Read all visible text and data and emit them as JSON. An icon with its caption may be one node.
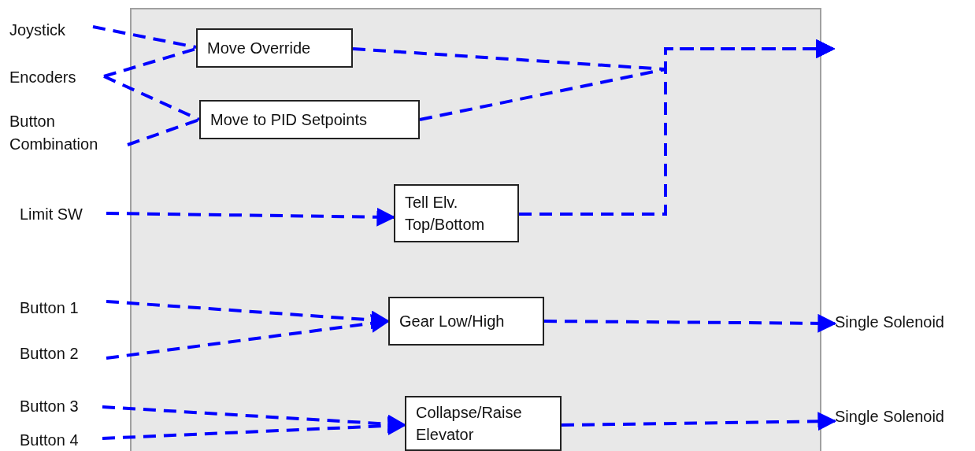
{
  "diagram": {
    "nodes": [
      {
        "text": [],
        "shape": "box"
      },
      {
        "text": [
          "Joystick"
        ]
      },
      {
        "text": [
          "Move Override"
        ],
        "in": 0
      },
      {
        "text": [
          "Encoders"
        ]
      },
      {
        "text": [
          "Button Combination"
        ]
      },
      {
        "text": [
          "Move to PID Setpoints"
        ],
        "in": 0
      },
      {
        "text": [
          "Limit SW"
        ]
      },
      {
        "text": [
          "Tell Elv. Top/Bottom"
        ],
        "in": 0
      },
      {
        "text": [
          "Button 1"
        ]
      },
      {
        "text": [
          "Gear Low/High"
        ],
        "in": 0
      },
      {
        "text": [
          "Button 2"
        ]
      },
      {
        "text": [
          "Single Solenoid"
        ]
      },
      {
        "text": [
          "Button 3"
        ]
      },
      {
        "text": [
          "Collapse/Raise Elevator"
        ],
        "in": 0
      },
      {
        "text": [
          "Button 4"
        ]
      },
      {
        "text": [
          "Single Solenoid"
        ]
      }
    ],
    "edges": [
      {
        "from": 1,
        "to": 2,
        "arrow": "none",
        "style": "dashed"
      },
      {
        "from": 3,
        "to": 2,
        "arrow": "none",
        "style": "dashed"
      },
      {
        "from": 3,
        "to": 5,
        "arrow": "none",
        "style": "dashed"
      },
      {
        "from": 4,
        "to": 5,
        "arrow": "none",
        "style": "dashed"
      },
      {
        "from": 2,
        "to": null,
        "arrow": "to",
        "style": "dashed"
      },
      {
        "from": 5,
        "to": null,
        "arrow": "to",
        "style": "dashed"
      },
      {
        "from": 6,
        "to": 7,
        "arrow": "to",
        "style": "dashed"
      },
      {
        "from": 7,
        "to": null,
        "arrow": "to",
        "style": "dashed"
      },
      {
        "from": 8,
        "to": 9,
        "arrow": "to",
        "style": "dashed"
      },
      {
        "from": 10,
        "to": 9,
        "arrow": "to",
        "style": "dashed"
      },
      {
        "from": 9,
        "to": 11,
        "arrow": "to",
        "style": "dashed"
      },
      {
        "from": 12,
        "to": 13,
        "arrow": "to",
        "style": "dashed"
      },
      {
        "from": 14,
        "to": 13,
        "arrow": "to",
        "style": "dashed"
      },
      {
        "from": 13,
        "to": 15,
        "arrow": "to",
        "style": "dashed"
      }
    ]
  }
}
